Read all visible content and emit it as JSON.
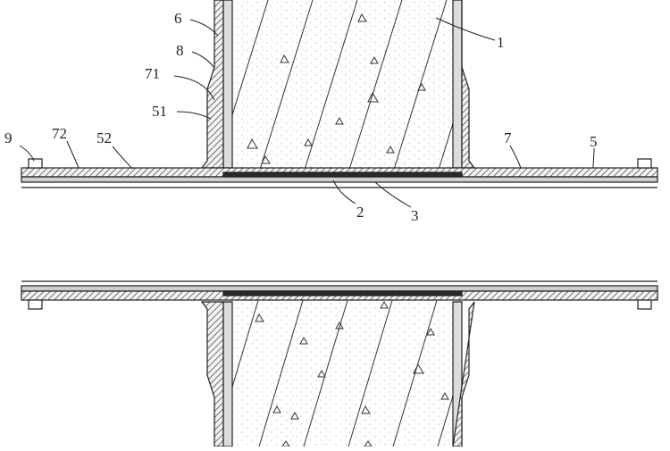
{
  "diagram": {
    "kind": "cross-section drawing",
    "colors": {
      "line": "#1e1e1e",
      "hatch_band": "#9a9a9a",
      "concrete_fill": "#ffffff",
      "background": "#ffffff"
    },
    "labels": {
      "l1": "1",
      "l2": "2",
      "l3": "3",
      "l5": "5",
      "l6": "6",
      "l7": "7",
      "l8": "8",
      "l9": "9",
      "l51": "51",
      "l52": "52",
      "l71": "71",
      "l72": "72"
    }
  }
}
